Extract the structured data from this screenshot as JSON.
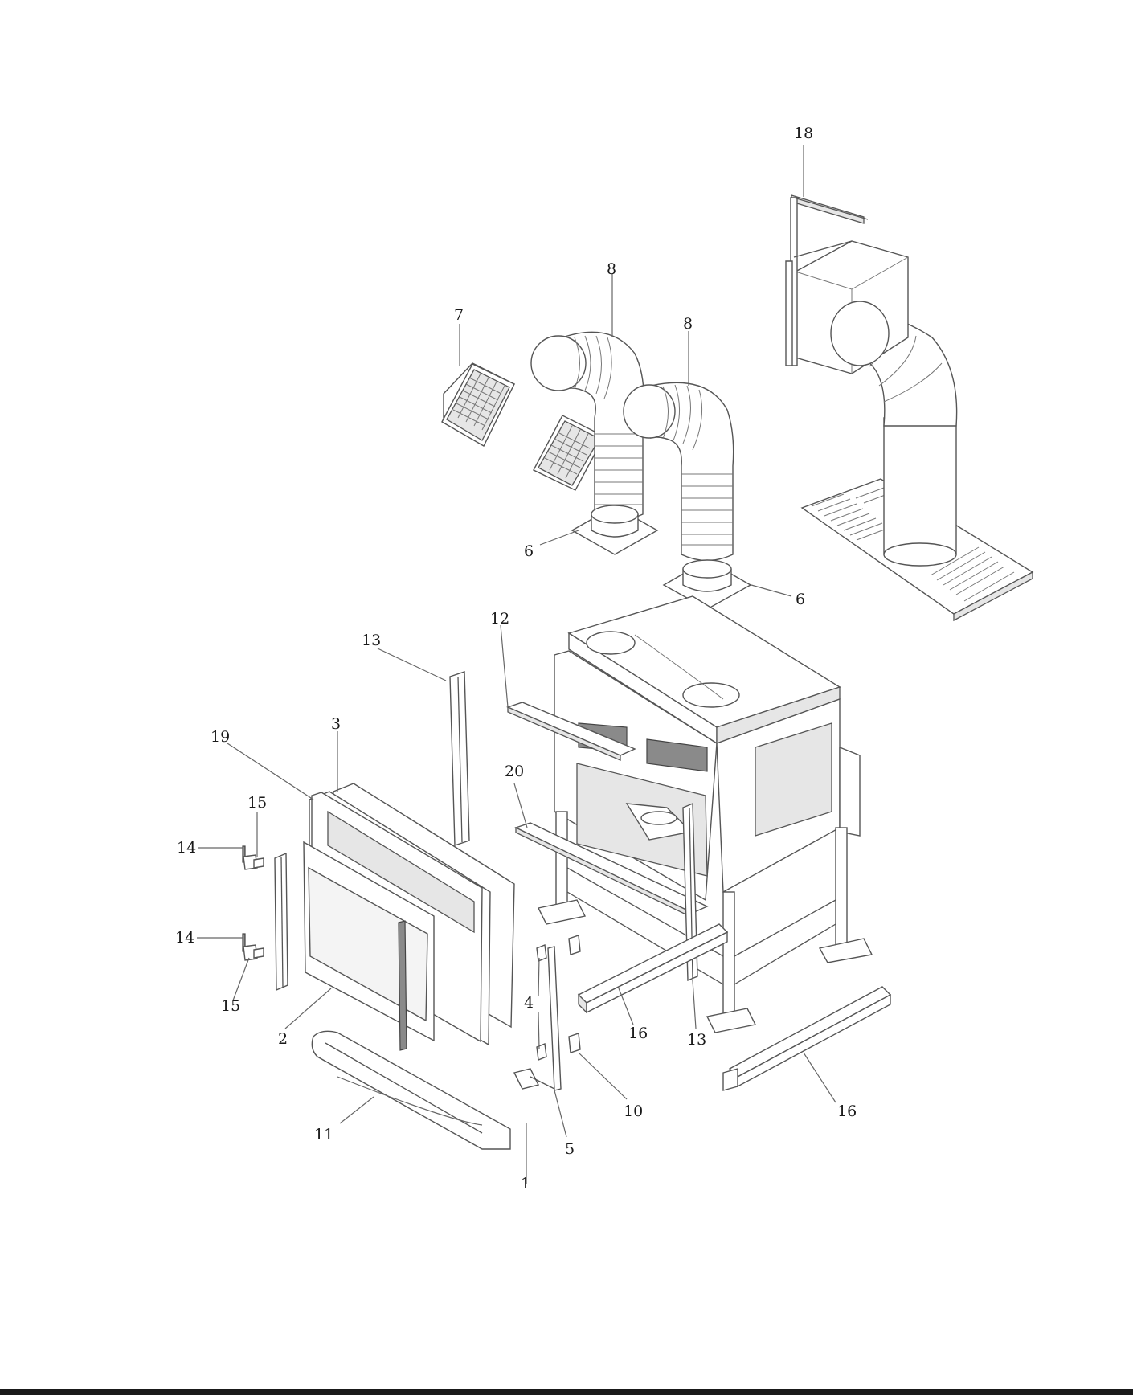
{
  "labels": {
    "l1": "1",
    "l2": "2",
    "l3": "3",
    "l4": "4",
    "l5": "5",
    "l6a": "6",
    "l6b": "6",
    "l7": "7",
    "l8a": "8",
    "l8b": "8",
    "l10": "10",
    "l11": "11",
    "l12": "12",
    "l13a": "13",
    "l13b": "13",
    "l14a": "14",
    "l14b": "14",
    "l15a": "15",
    "l15b": "15",
    "l16a": "16",
    "l16b": "16",
    "l18": "18",
    "l19": "19",
    "l20": "20"
  }
}
